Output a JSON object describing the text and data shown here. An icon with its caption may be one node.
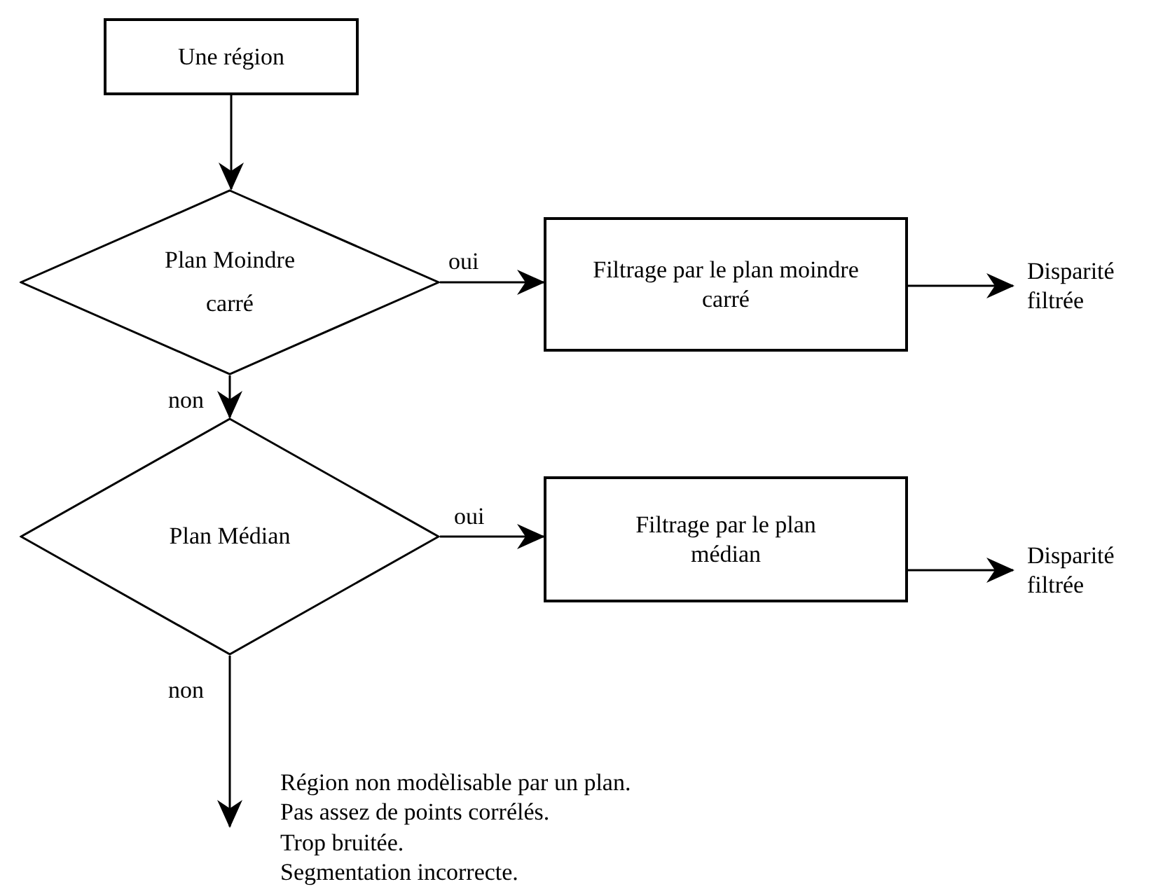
{
  "diagram": {
    "nodes": [
      {
        "text": [
          "Une région"
        ]
      },
      {
        "text": [
          "Plan Moindre carré"
        ]
      },
      {
        "text": [
          "Filtrage par le plan moindre carré"
        ]
      },
      {
        "text": [
          "Disparité filtrée"
        ]
      },
      {
        "text": [
          "Plan Médian"
        ]
      },
      {
        "text": [
          "Filtrage par le plan médian"
        ]
      },
      {
        "text": [
          "Disparité filtrée"
        ]
      },
      {
        "text": [
          "Région non modèlisable par un plan.",
          "Pas assez de points corrélés.",
          "Trop bruitée.",
          "Segmentation incorrecte."
        ]
      }
    ],
    "edges": [
      {
        "from": 0,
        "to": 1,
        "arrow": "to"
      },
      {
        "from": 1,
        "to": 2,
        "arrow": "to",
        "label": "oui"
      },
      {
        "from": 2,
        "to": 3,
        "arrow": "to"
      },
      {
        "from": 1,
        "to": 4,
        "arrow": "to",
        "label": "non"
      },
      {
        "from": 4,
        "to": 5,
        "arrow": "to",
        "label": "oui"
      },
      {
        "from": 5,
        "to": 6,
        "arrow": "to"
      },
      {
        "from": 4,
        "to": 7,
        "arrow": "to",
        "label": "non"
      }
    ]
  }
}
